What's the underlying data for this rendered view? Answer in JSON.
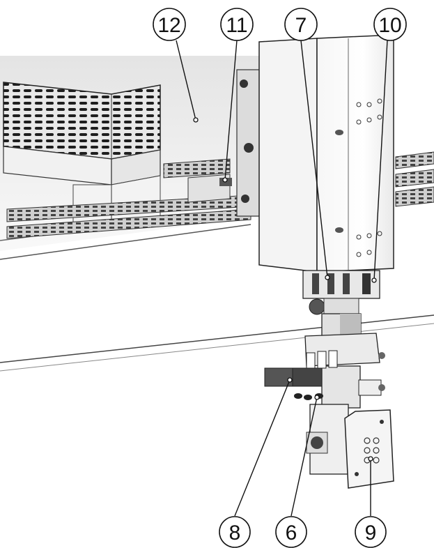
{
  "callouts": [
    {
      "id": "12",
      "label": "12"
    },
    {
      "id": "11",
      "label": "11"
    },
    {
      "id": "7",
      "label": "7"
    },
    {
      "id": "10",
      "label": "10"
    },
    {
      "id": "8",
      "label": "8"
    },
    {
      "id": "6",
      "label": "6"
    },
    {
      "id": "9",
      "label": "9"
    }
  ],
  "colors": {
    "line": "#222222",
    "panel": "#f2f2f2",
    "shade": "#d8d8d8",
    "dark": "#3a3a3a"
  }
}
